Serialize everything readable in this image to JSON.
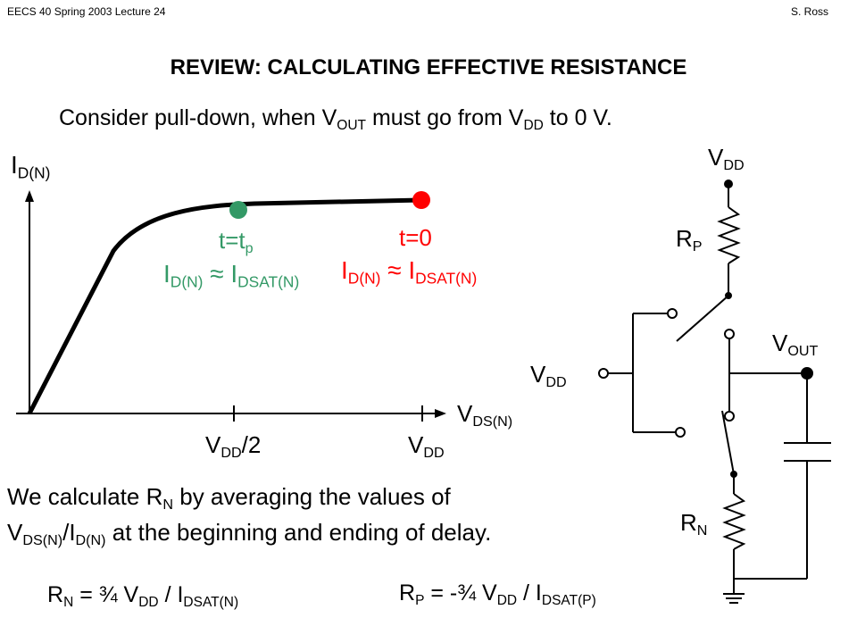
{
  "header": {
    "left": "EECS 40 Spring 2003  Lecture 24",
    "right": "S. Ross"
  },
  "title": "REVIEW:  CALCULATING EFFECTIVE RESISTANCE",
  "subtitle": {
    "pre": "Consider pull-down, when V",
    "sub1": "OUT",
    "mid": " must go from V",
    "sub2": "DD",
    "post": " to 0 V."
  },
  "graph": {
    "y_axis": {
      "main": "I",
      "sub": "D(N)"
    },
    "x_axis": {
      "main": "V",
      "sub": "DS(N)"
    },
    "tick_half": {
      "main": "V",
      "sub": "DD",
      "post": "/2"
    },
    "tick_full": {
      "main": "V",
      "sub": "DD"
    },
    "point_tp": {
      "label_main": "t=t",
      "label_sub": "p",
      "eq_main": "I",
      "eq_sub": "D(N)",
      "eq_mid": " ≈ I",
      "eq_sub2": "DSAT(N)",
      "color": "#339966"
    },
    "point_t0": {
      "label": "t=0",
      "eq_main": "I",
      "eq_sub": "D(N)",
      "eq_mid": " ≈ I",
      "eq_sub2": "DSAT(N)",
      "color": "#ff0000"
    }
  },
  "circuit": {
    "vdd_top": {
      "main": "V",
      "sub": "DD"
    },
    "vdd_left": {
      "main": "V",
      "sub": "DD"
    },
    "vout": {
      "main": "V",
      "sub": "OUT"
    },
    "rp": {
      "main": "R",
      "sub": "P"
    },
    "rn": {
      "main": "R",
      "sub": "N"
    }
  },
  "explanation": {
    "line1_pre": "We calculate R",
    "line1_sub": "N",
    "line1_post": " by averaging the values of",
    "line2_a": "V",
    "line2_sub1": "DS(N)",
    "line2_b": "/I",
    "line2_sub2": "D(N)",
    "line2_post": " at the beginning and ending of delay."
  },
  "formula_rn": {
    "a": "R",
    "sub1": "N",
    "b": " = ¾ V",
    "sub2": "DD",
    "c": " / I",
    "sub3": "DSAT(N)"
  },
  "formula_rp": {
    "a": "R",
    "sub1": "P",
    "b": " = -¾ V",
    "sub2": "DD",
    "c": " / I",
    "sub3": "DSAT(P)"
  }
}
